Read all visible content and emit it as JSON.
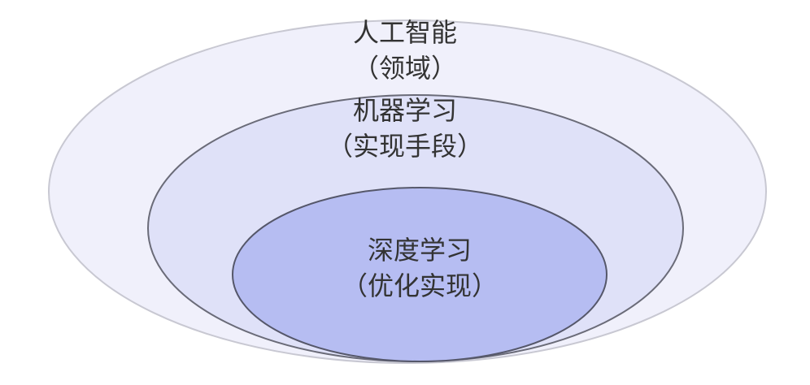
{
  "outer": {
    "line1": "人工智能",
    "line2": "（领域）"
  },
  "middle": {
    "line1": "机器学习",
    "line2": "（实现手段）"
  },
  "inner": {
    "line1": "深度学习",
    "line2": "（优化实现）"
  },
  "colors": {
    "outer_fill": "#f0f0fb",
    "outer_stroke": "#c8c8d2",
    "middle_fill": "#dfe1f8",
    "middle_stroke": "#6a6b78",
    "inner_fill": "#b6bdf2",
    "inner_stroke": "#55576a",
    "text": "#333333"
  }
}
